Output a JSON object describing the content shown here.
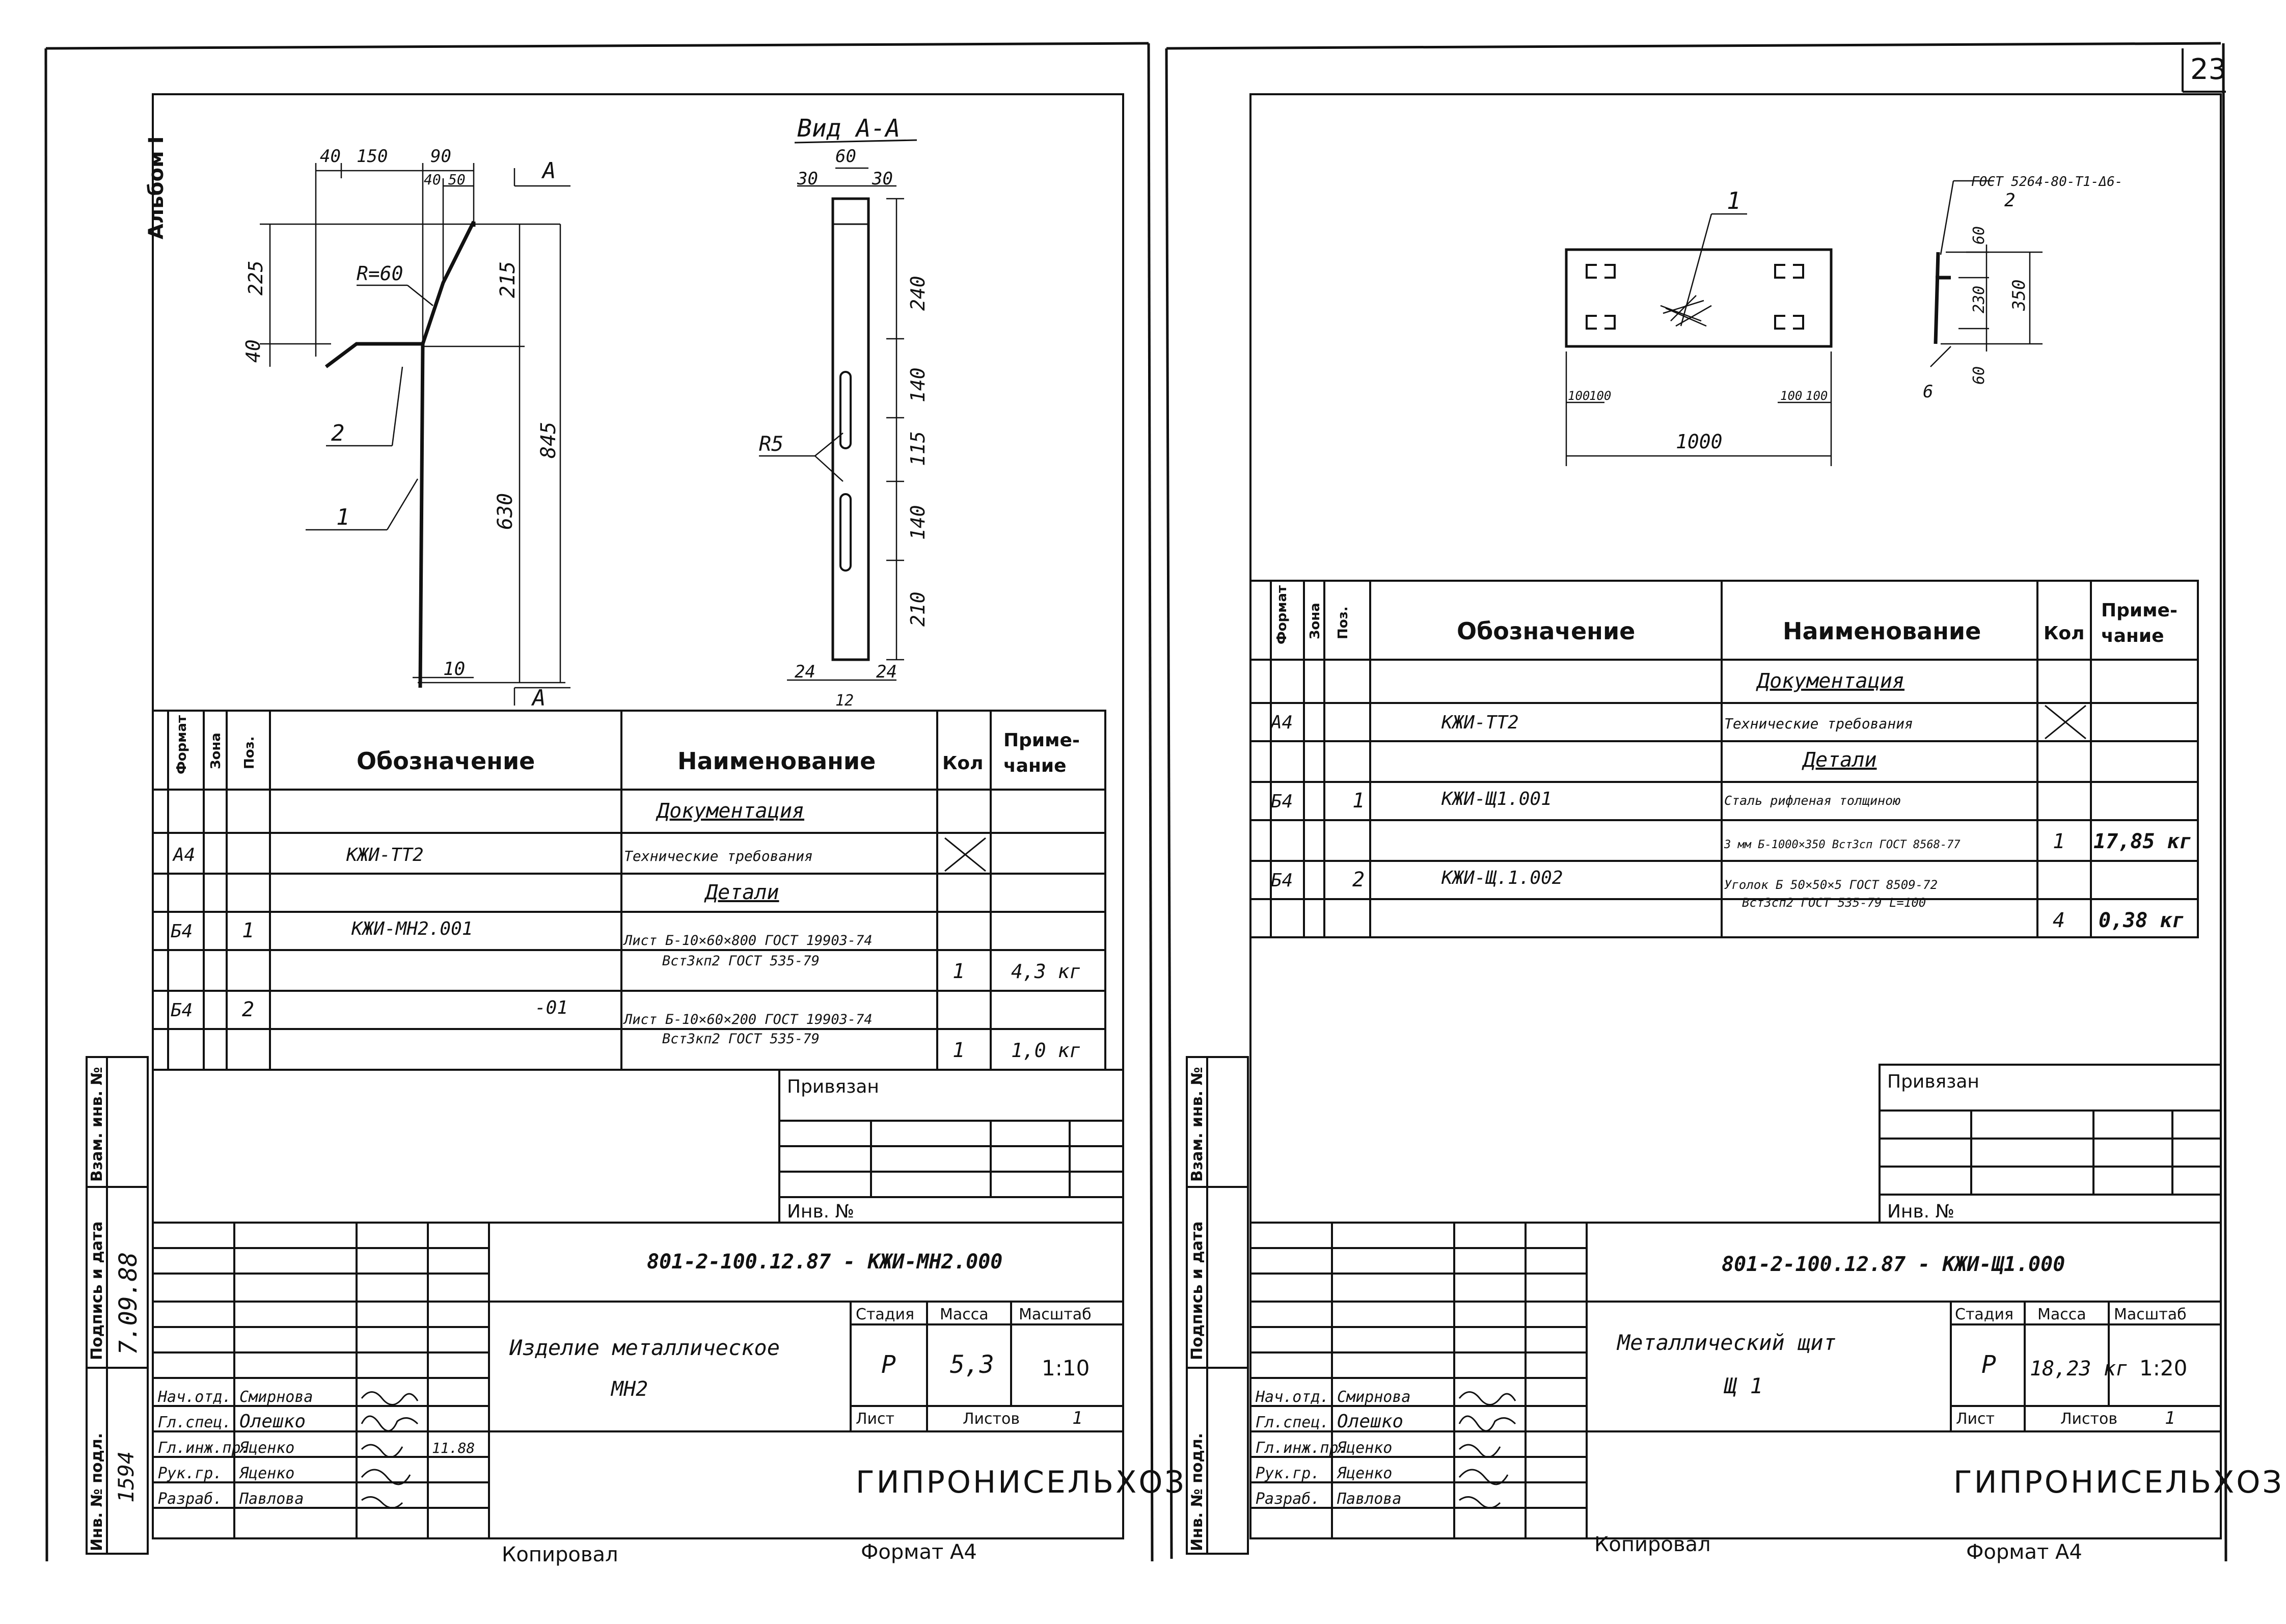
{
  "page_number": "23",
  "album_label": "Альбом I",
  "left": {
    "view_title": "Вид А-А",
    "section_mark": "А",
    "dims_top": [
      "40",
      "150",
      "90",
      "40",
      "50"
    ],
    "dims_left": [
      "225",
      "40"
    ],
    "dims_right": [
      "215",
      "845",
      "630"
    ],
    "dims_bottom": "10",
    "bend_label": "R=60",
    "pos_labels": [
      "2",
      "1"
    ],
    "view_dims_top": [
      "60",
      "30",
      "30"
    ],
    "view_dims_side": [
      "240",
      "140",
      "115",
      "140",
      "210"
    ],
    "view_dims_bottom": [
      "24",
      "12",
      "24"
    ],
    "view_hole_label": "R5",
    "spec": {
      "headers": [
        "Формат",
        "Зона",
        "Поз.",
        "Обозначение",
        "Наименование",
        "Кол",
        "Приме-",
        "чание"
      ],
      "section_docs": "Документация",
      "section_parts": "Детали",
      "rows": [
        {
          "format": "А4",
          "zone": "",
          "pos": "",
          "designation": "КЖИ-ТТ2",
          "name1": "Технические требования",
          "name2": "",
          "qty": "",
          "note": ""
        },
        {
          "format": "Б4",
          "zone": "",
          "pos": "1",
          "designation": "КЖИ-МН2.001",
          "name1": "Лист  Б-10×60×800 ГОСТ 19903-74",
          "name2": "Вст3кп2 ГОСТ 535-79",
          "qty": "1",
          "note": "4,3 кг"
        },
        {
          "format": "Б4",
          "zone": "",
          "pos": "2",
          "designation": "-01",
          "name1": "Лист  Б-10×60×200 ГОСТ 19903-74",
          "name2": "Вст3кп2 ГОСТ 535-79",
          "qty": "1",
          "note": "1,0 кг"
        }
      ]
    },
    "tb": {
      "privyazan": "Привязан",
      "inv_no": "Инв. №",
      "code": "801-2-100.12.87 - КЖИ-МН2.000",
      "title1": "Изделие металлическое",
      "title2": "МН2",
      "stadia_h": "Стадия",
      "massa_h": "Масса",
      "masshtab_h": "Масштаб",
      "stadia": "Р",
      "massa": "5,3",
      "masshtab": "1:10",
      "list_h": "Лист",
      "listov_h": "Листов",
      "listov": "1",
      "org": "ГИПРОНИСЕЛЬХОЗ",
      "signers": [
        "Нач.отд.",
        "Гл.спец.",
        "Гл.инж.пр.",
        "Рук.гр.",
        "Разраб."
      ],
      "names": [
        "Смирнова",
        "Олешко",
        "Яценко",
        "Яценко",
        "Павлова"
      ],
      "date": "11.88",
      "kopiroval": "Копировал",
      "format": "Формат  А4"
    }
  },
  "right": {
    "pos_labels": [
      "1",
      "2"
    ],
    "weld_note": "ГОСТ 5264-80-Т1-Δ6-",
    "dims": [
      "100",
      "100",
      "100",
      "100",
      "1000",
      "60",
      "230",
      "350",
      "60",
      "6"
    ],
    "spec": {
      "headers": [
        "Формат",
        "Зона",
        "Поз.",
        "Обозначение",
        "Наименование",
        "Кол",
        "Приме-",
        "чание"
      ],
      "section_docs": "Документация",
      "section_parts": "Детали",
      "rows": [
        {
          "format": "А4",
          "zone": "",
          "pos": "",
          "designation": "КЖИ-ТТ2",
          "name1": "Технические требования",
          "name2": "",
          "qty": "",
          "note": ""
        },
        {
          "format": "Б4",
          "zone": "",
          "pos": "1",
          "designation": "КЖИ-Щ1.001",
          "name1": "Сталь рифленая толщиною",
          "name2": "3 мм  Б-1000×350 Вст3сп ГОСТ 8568-77",
          "qty": "1",
          "note": "17,85 кг"
        },
        {
          "format": "Б4",
          "zone": "",
          "pos": "2",
          "designation": "КЖИ-Щ.1.002",
          "name1": "Уголок Б 50×50×5 ГОСТ 8509-72",
          "name2": "Вст3сп2 ГОСТ 535-79  L=100",
          "qty": "4",
          "note": "0,38 кг"
        }
      ]
    },
    "tb": {
      "privyazan": "Привязан",
      "inv_no": "Инв. №",
      "code": "801-2-100.12.87 - КЖИ-Щ1.000",
      "title1": "Металлический щит",
      "title2": "Щ 1",
      "stadia_h": "Стадия",
      "massa_h": "Масса",
      "masshtab_h": "Масштаб",
      "stadia": "Р",
      "massa": "18,23 кг",
      "masshtab": "1:20",
      "list_h": "Лист",
      "listov_h": "Листов",
      "listov": "1",
      "org": "ГИПРОНИСЕЛЬХОЗ",
      "signers": [
        "Нач.отд.",
        "Гл.спец.",
        "Гл.инж.пр.",
        "Рук.гр.",
        "Разраб."
      ],
      "names": [
        "Смирнова",
        "Олешко",
        "Яценко",
        "Яценко",
        "Павлова"
      ],
      "kopiroval": "Копировал",
      "format": "Формат  А4"
    }
  },
  "side_stamp": [
    "Инв. № подл.",
    "Подпись и дата",
    "Взам. инв. №"
  ],
  "side_values": [
    "1594",
    "7.09.88"
  ]
}
